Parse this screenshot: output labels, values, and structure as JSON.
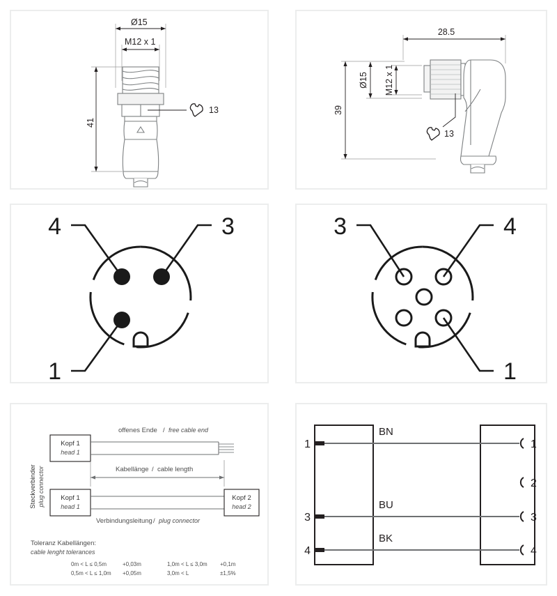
{
  "document": {
    "title": "M12 connector technical datasheet drawings",
    "panel_count": 6
  },
  "panels": {
    "straight_connector": {
      "name": "straight M12 male connector dimension drawing",
      "dim_diameter": "Ø15",
      "dim_thread": "M12 x 1",
      "dim_length": "41",
      "wrench_size": "13",
      "wrench_icon": "wrench-icon"
    },
    "angled_connector": {
      "name": "angled M12 female connector dimension drawing",
      "dim_width": "28.5",
      "dim_diameter": "Ø15",
      "dim_thread": "M12 x 1",
      "dim_height": "39",
      "wrench_size": "13",
      "wrench_icon": "wrench-icon"
    },
    "male_pinout": {
      "name": "male connector face pin assignment",
      "labels": {
        "top_left": "4",
        "top_right": "3",
        "bottom_left": "1"
      },
      "pin_style": "filled",
      "pin_count": 3
    },
    "female_pinout": {
      "name": "female connector face socket assignment",
      "labels": {
        "top_left": "3",
        "top_right": "4",
        "bottom_right": "1"
      },
      "pin_style": "hollow",
      "pin_count": 5
    },
    "cable_lengths": {
      "name": "cable length and tolerance diagram",
      "side_label_de": "Steckverbinder",
      "side_label_en": "plug connector",
      "head1_de": "Kopf 1",
      "head1_en": "head 1",
      "head2_de": "Kopf 2",
      "head2_en": "head 2",
      "free_end_de": "offenes Ende",
      "free_end_en": "free cable end",
      "cable_length_de": "Kabellänge",
      "cable_length_en": "cable length",
      "plug_connector_de": "Verbindungsleitung",
      "plug_connector_en": "plug connector",
      "separator": "/",
      "tolerance_title_de": "Toleranz Kabellängen:",
      "tolerance_title_en": "cable lenght tolerances",
      "tolerances": [
        {
          "range": "0m < L ≤ 0,5m",
          "value": "+0,03m"
        },
        {
          "range": "0,5m < L ≤ 1,0m",
          "value": "+0,05m"
        },
        {
          "range": "1,0m < L ≤ 3,0m",
          "value": "+0,1m"
        },
        {
          "range": "3,0m < L",
          "value": "±1,5%"
        }
      ]
    },
    "wiring": {
      "name": "wire colour to pin assignment diagram",
      "connections": [
        {
          "left_pin": "1",
          "wire_code": "BN",
          "right_pin": "1"
        },
        {
          "left_pin": "",
          "wire_code": "",
          "right_pin": "2"
        },
        {
          "left_pin": "3",
          "wire_code": "BU",
          "right_pin": "3"
        },
        {
          "left_pin": "4",
          "wire_code": "BK",
          "right_pin": "4"
        }
      ]
    }
  },
  "colors": {
    "line": "#231f20",
    "panel_border": "#eceded",
    "drawing_gray": "#7d8082",
    "text": "#231f20",
    "caption": "#4d4d4d",
    "background": "#ffffff"
  }
}
